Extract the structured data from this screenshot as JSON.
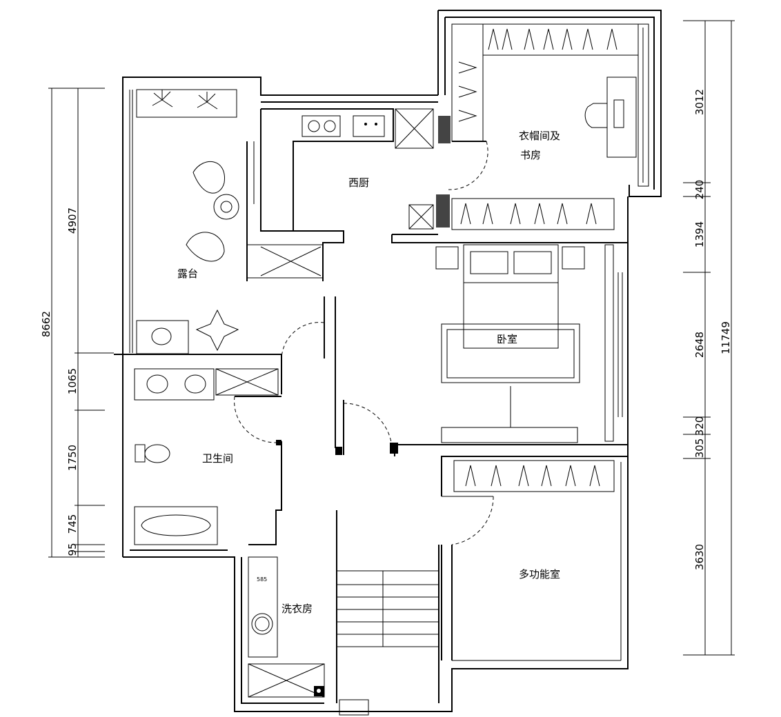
{
  "rooms": {
    "cloakroom_study": [
      "衣帽间及",
      "书房"
    ],
    "western_kitchen": "西厨",
    "terrace": "露台",
    "bedroom": "卧室",
    "bathroom": "卫生间",
    "laundry": "洗衣房",
    "multifunction": "多功能室"
  },
  "fixtures": {
    "laundry_cabinet": "585"
  },
  "dimensions": {
    "left": [
      "8662",
      "4907",
      "1065",
      "1750",
      "745",
      "95"
    ],
    "right": [
      "11749",
      "3012",
      "240",
      "1394",
      "2648",
      "320",
      "305",
      "3630"
    ]
  }
}
